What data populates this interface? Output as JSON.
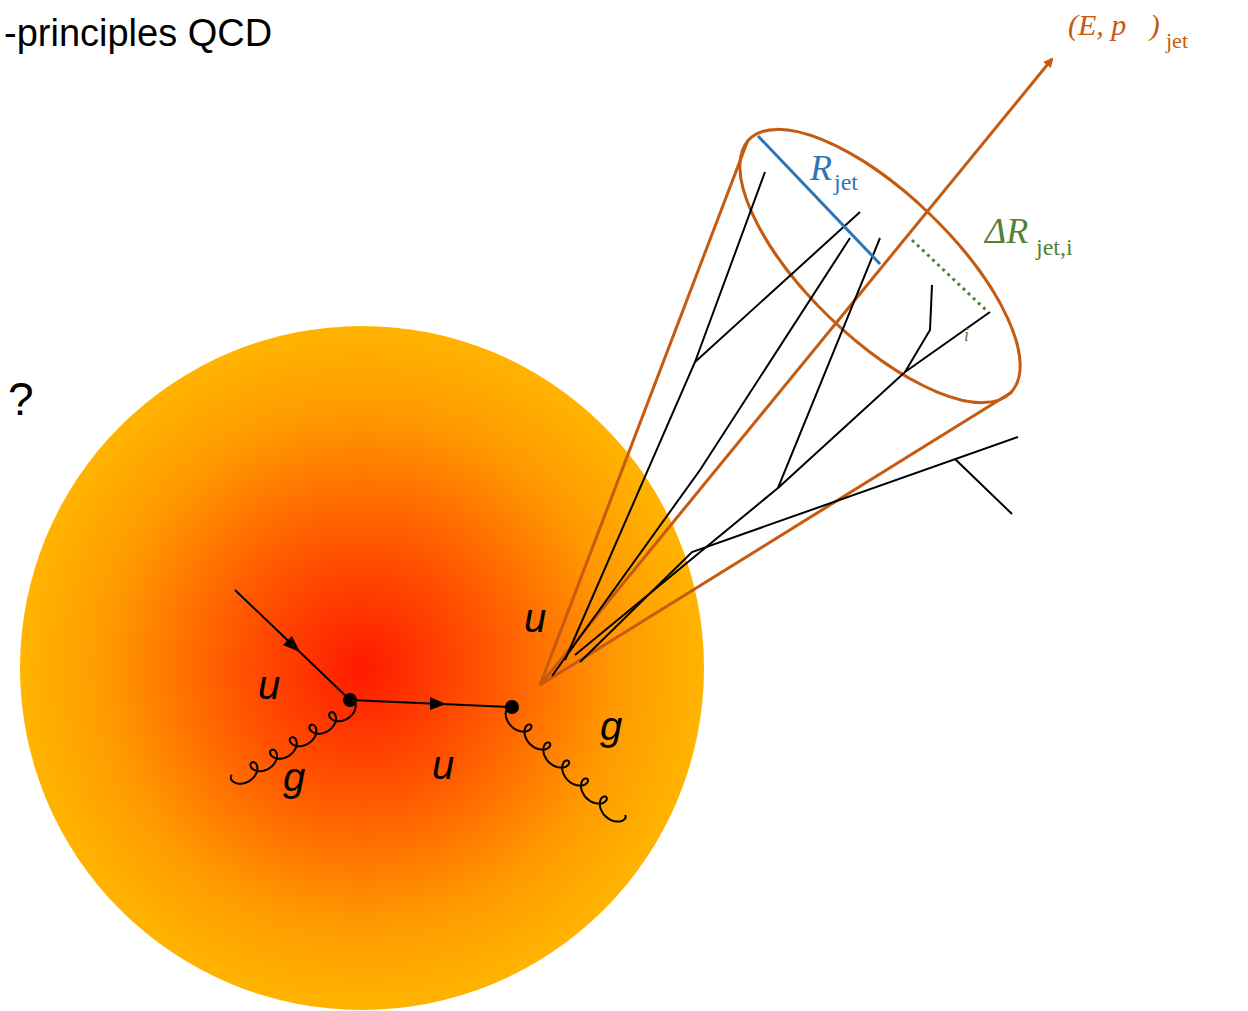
{
  "diagram": {
    "labels": [
      "-principles QCD",
      "?",
      "(E, p⃗)",
      "jet",
      "R",
      "jet",
      "ΔR",
      "jet,i",
      "i",
      "u",
      "g",
      "u",
      "u",
      "g"
    ]
  }
}
